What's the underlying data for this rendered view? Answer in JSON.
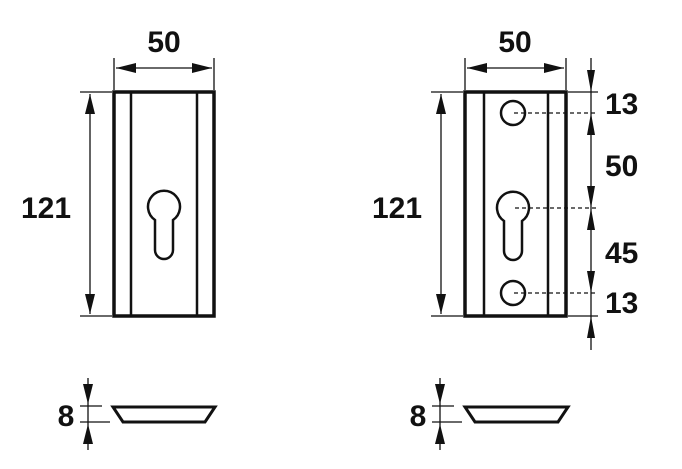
{
  "diagram": {
    "left_view": {
      "width_label": "50",
      "height_label": "121",
      "thickness_label": "8"
    },
    "right_view": {
      "width_label": "50",
      "height_label": "121",
      "hole_dims": [
        "13",
        "50",
        "45",
        "13"
      ],
      "thickness_label": "8"
    }
  }
}
